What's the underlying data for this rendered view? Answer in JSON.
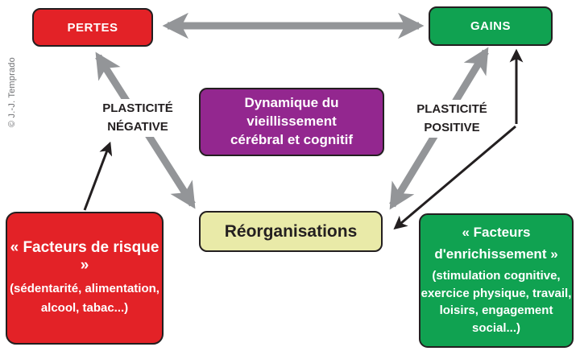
{
  "attribution": "© J.-J. Temprado",
  "colors": {
    "red": "#e32227",
    "green": "#10a251",
    "purple": "#93278f",
    "pale": "#e9eaa8",
    "ink": "#231f20",
    "arrow-gray": "#939598",
    "copyright-gray": "#6e6f72"
  },
  "nodes": {
    "pertes": {
      "label": "PERTES"
    },
    "gains": {
      "label": "GAINS"
    },
    "center": {
      "line1": "Dynamique du vieillissement",
      "line2": "cérébral et cognitif"
    },
    "reorganisations": {
      "label": "Réorganisations"
    },
    "risk": {
      "title": "« Facteurs de risque »",
      "subtitle": [
        "(sédentarité, alimentation,",
        "alcool, tabac...)"
      ]
    },
    "enrichment": {
      "title": [
        "« Facteurs",
        "d'enrichissement »"
      ],
      "subtitle": [
        "(stimulation cognitive,",
        "exercice physique, travail,",
        "loisirs, engagement",
        "social...)"
      ]
    }
  },
  "labels": {
    "negative": {
      "line1": "PLASTICITÉ",
      "line2": "NÉGATIVE"
    },
    "positive": {
      "line1": "PLASTICITÉ",
      "line2": "POSITIVE"
    }
  }
}
